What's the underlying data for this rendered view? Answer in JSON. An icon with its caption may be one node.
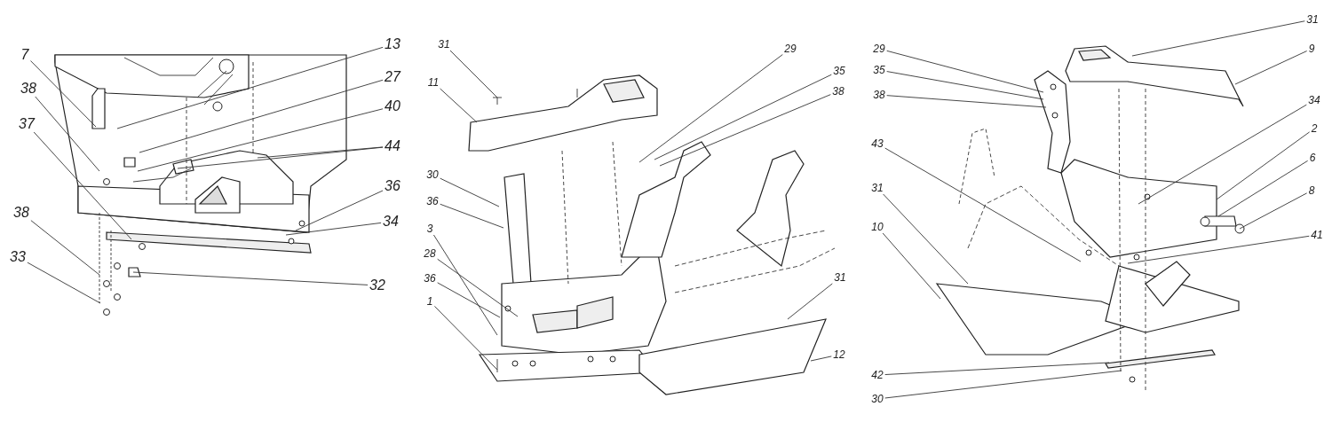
{
  "diagram": {
    "nodes": [
      {
        "text": [
          "7"
        ]
      },
      {
        "text": [
          "38"
        ]
      },
      {
        "text": [
          "37"
        ]
      },
      {
        "text": [
          "38"
        ]
      },
      {
        "text": [
          "33"
        ]
      },
      {
        "text": [
          "13"
        ]
      },
      {
        "text": [
          "27"
        ]
      },
      {
        "text": [
          "40"
        ]
      },
      {
        "text": [
          "44"
        ]
      },
      {
        "text": [
          "36"
        ]
      },
      {
        "text": [
          "34"
        ]
      },
      {
        "text": [
          "32"
        ]
      },
      {
        "text": [
          "31"
        ]
      },
      {
        "text": [
          "11"
        ]
      },
      {
        "text": [
          "30"
        ]
      },
      {
        "text": [
          "36"
        ]
      },
      {
        "text": [
          "3"
        ]
      },
      {
        "text": [
          "28"
        ]
      },
      {
        "text": [
          "36"
        ]
      },
      {
        "text": [
          "1"
        ]
      },
      {
        "text": [
          "29"
        ]
      },
      {
        "text": [
          "35"
        ]
      },
      {
        "text": [
          "38"
        ]
      },
      {
        "text": [
          "31"
        ]
      },
      {
        "text": [
          "12"
        ]
      },
      {
        "text": [
          "29"
        ]
      },
      {
        "text": [
          "35"
        ]
      },
      {
        "text": [
          "38"
        ]
      },
      {
        "text": [
          "43"
        ]
      },
      {
        "text": [
          "31"
        ]
      },
      {
        "text": [
          "10"
        ]
      },
      {
        "text": [
          "42"
        ]
      },
      {
        "text": [
          "30"
        ]
      },
      {
        "text": [
          "31"
        ]
      },
      {
        "text": [
          "9"
        ]
      },
      {
        "text": [
          "34"
        ]
      },
      {
        "text": [
          "2"
        ]
      },
      {
        "text": [
          "6"
        ]
      },
      {
        "text": [
          "8"
        ]
      },
      {
        "text": [
          "41"
        ]
      }
    ],
    "edges": [
      {
        "from": 0,
        "to": null,
        "arrow": "none"
      },
      {
        "from": 1,
        "to": null,
        "arrow": "none"
      },
      {
        "from": 2,
        "to": null,
        "arrow": "none"
      },
      {
        "from": 3,
        "to": null,
        "arrow": "none"
      },
      {
        "from": 4,
        "to": null,
        "arrow": "none"
      },
      {
        "from": 5,
        "to": null,
        "arrow": "none"
      },
      {
        "from": 6,
        "to": null,
        "arrow": "none"
      },
      {
        "from": 7,
        "to": null,
        "arrow": "none"
      },
      {
        "from": 8,
        "to": null,
        "arrow": "none"
      },
      {
        "from": 8,
        "to": null,
        "arrow": "none"
      },
      {
        "from": 9,
        "to": null,
        "arrow": "none"
      },
      {
        "from": 10,
        "to": null,
        "arrow": "none"
      },
      {
        "from": 11,
        "to": null,
        "arrow": "none"
      },
      {
        "from": 12,
        "to": null,
        "arrow": "none"
      },
      {
        "from": 13,
        "to": null,
        "arrow": "none"
      },
      {
        "from": 14,
        "to": null,
        "arrow": "none"
      },
      {
        "from": 15,
        "to": null,
        "arrow": "none"
      },
      {
        "from": 16,
        "to": null,
        "arrow": "none"
      },
      {
        "from": 17,
        "to": null,
        "arrow": "none"
      },
      {
        "from": 18,
        "to": null,
        "arrow": "none"
      },
      {
        "from": 19,
        "to": null,
        "arrow": "none"
      },
      {
        "from": 20,
        "to": null,
        "arrow": "none"
      },
      {
        "from": 21,
        "to": null,
        "arrow": "none"
      },
      {
        "from": 22,
        "to": null,
        "arrow": "none"
      },
      {
        "from": 23,
        "to": null,
        "arrow": "none"
      },
      {
        "from": 24,
        "to": null,
        "arrow": "none"
      },
      {
        "from": 25,
        "to": null,
        "arrow": "none"
      },
      {
        "from": 26,
        "to": null,
        "arrow": "none"
      },
      {
        "from": 27,
        "to": null,
        "arrow": "none"
      },
      {
        "from": 28,
        "to": null,
        "arrow": "none"
      },
      {
        "from": 29,
        "to": null,
        "arrow": "none"
      },
      {
        "from": 30,
        "to": null,
        "arrow": "none"
      },
      {
        "from": 31,
        "to": null,
        "arrow": "none"
      },
      {
        "from": 32,
        "to": null,
        "arrow": "none"
      },
      {
        "from": 33,
        "to": null,
        "arrow": "none"
      },
      {
        "from": 34,
        "to": null,
        "arrow": "none"
      },
      {
        "from": 35,
        "to": null,
        "arrow": "none"
      },
      {
        "from": 36,
        "to": null,
        "arrow": "none"
      },
      {
        "from": 37,
        "to": null,
        "arrow": "none"
      },
      {
        "from": 38,
        "to": null,
        "arrow": "none"
      },
      {
        "from": 39,
        "to": null,
        "arrow": "none"
      }
    ]
  }
}
